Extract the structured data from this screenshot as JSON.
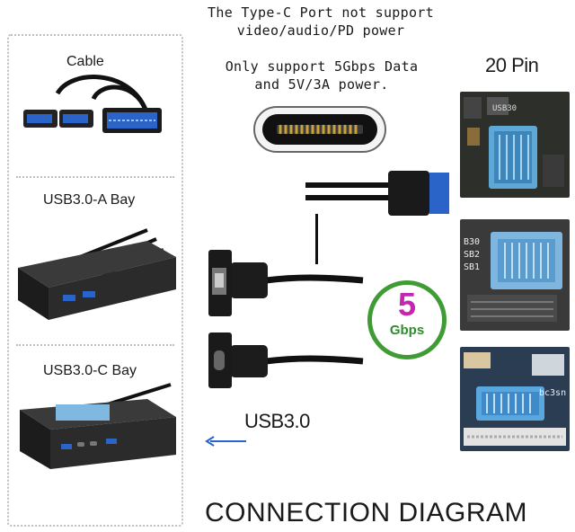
{
  "notice": {
    "line1": "The Type-C Port not support",
    "line2": "video/audio/PD power",
    "line3": "Only support 5Gbps Data",
    "line4": "and 5V/3A power."
  },
  "header_pin": "20 Pin",
  "left_panel": {
    "cable_label": "Cable",
    "usb_a_bay_label": "USB3.0-A Bay",
    "usb_c_bay_label": "USB3.0-C Bay"
  },
  "speed_badge": {
    "value": "5",
    "unit": "Gbps"
  },
  "usb_label": "USB3.0",
  "board_labels": {
    "b1": "USB30",
    "b2": "B30",
    "b3": "SB2",
    "b4": "SB1",
    "b5": "bc3sn"
  },
  "footer_title": "CONNECTION DIAGRAM",
  "colors": {
    "accent_blue": "#2a64c9",
    "header_blue": "#5fa8d6",
    "badge_green": "#3f9c35",
    "badge_pink": "#c724b1"
  }
}
